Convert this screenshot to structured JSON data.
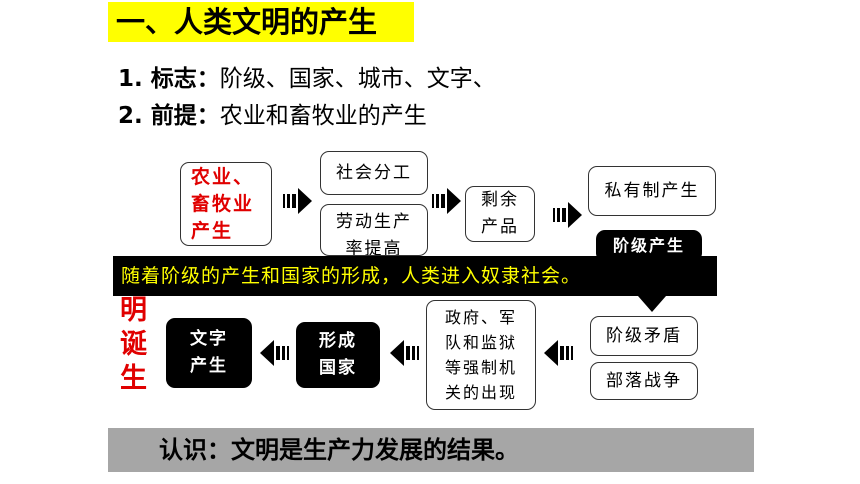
{
  "title": "一、人类文明的产生",
  "line1": {
    "label": "1. 标志：",
    "text": "阶级、国家、城市、文字、"
  },
  "line2": {
    "label": "2. 前提：",
    "text": "农业和畜牧业的产生"
  },
  "nodes": {
    "agri": [
      "农业、",
      "畜牧业",
      "产生"
    ],
    "division": "社会分工",
    "productivity": [
      "劳动生产",
      "率提高"
    ],
    "surplus": [
      "剩余",
      "产品"
    ],
    "private": "私有制产生",
    "classes": "阶级产生",
    "conflict": "阶级矛盾",
    "war": "部落战争",
    "organs": [
      "政府、军",
      "队和监狱",
      "等强制机",
      "关的出现"
    ],
    "state": [
      "形成",
      "国家"
    ],
    "writing": [
      "文字",
      "产生"
    ]
  },
  "banner": "随着阶级的产生和国家的形成，人类进入奴隶社会。",
  "side_red": [
    "明",
    "诞",
    "生"
  ],
  "conclusion": "认识：文明是生产力发展的结果。",
  "colors": {
    "title_bg": "#ffff00",
    "accent_red": "#e00000",
    "banner_bg": "#000000",
    "banner_text": "#ffff00",
    "bottom_bg": "#a6a6a6"
  }
}
